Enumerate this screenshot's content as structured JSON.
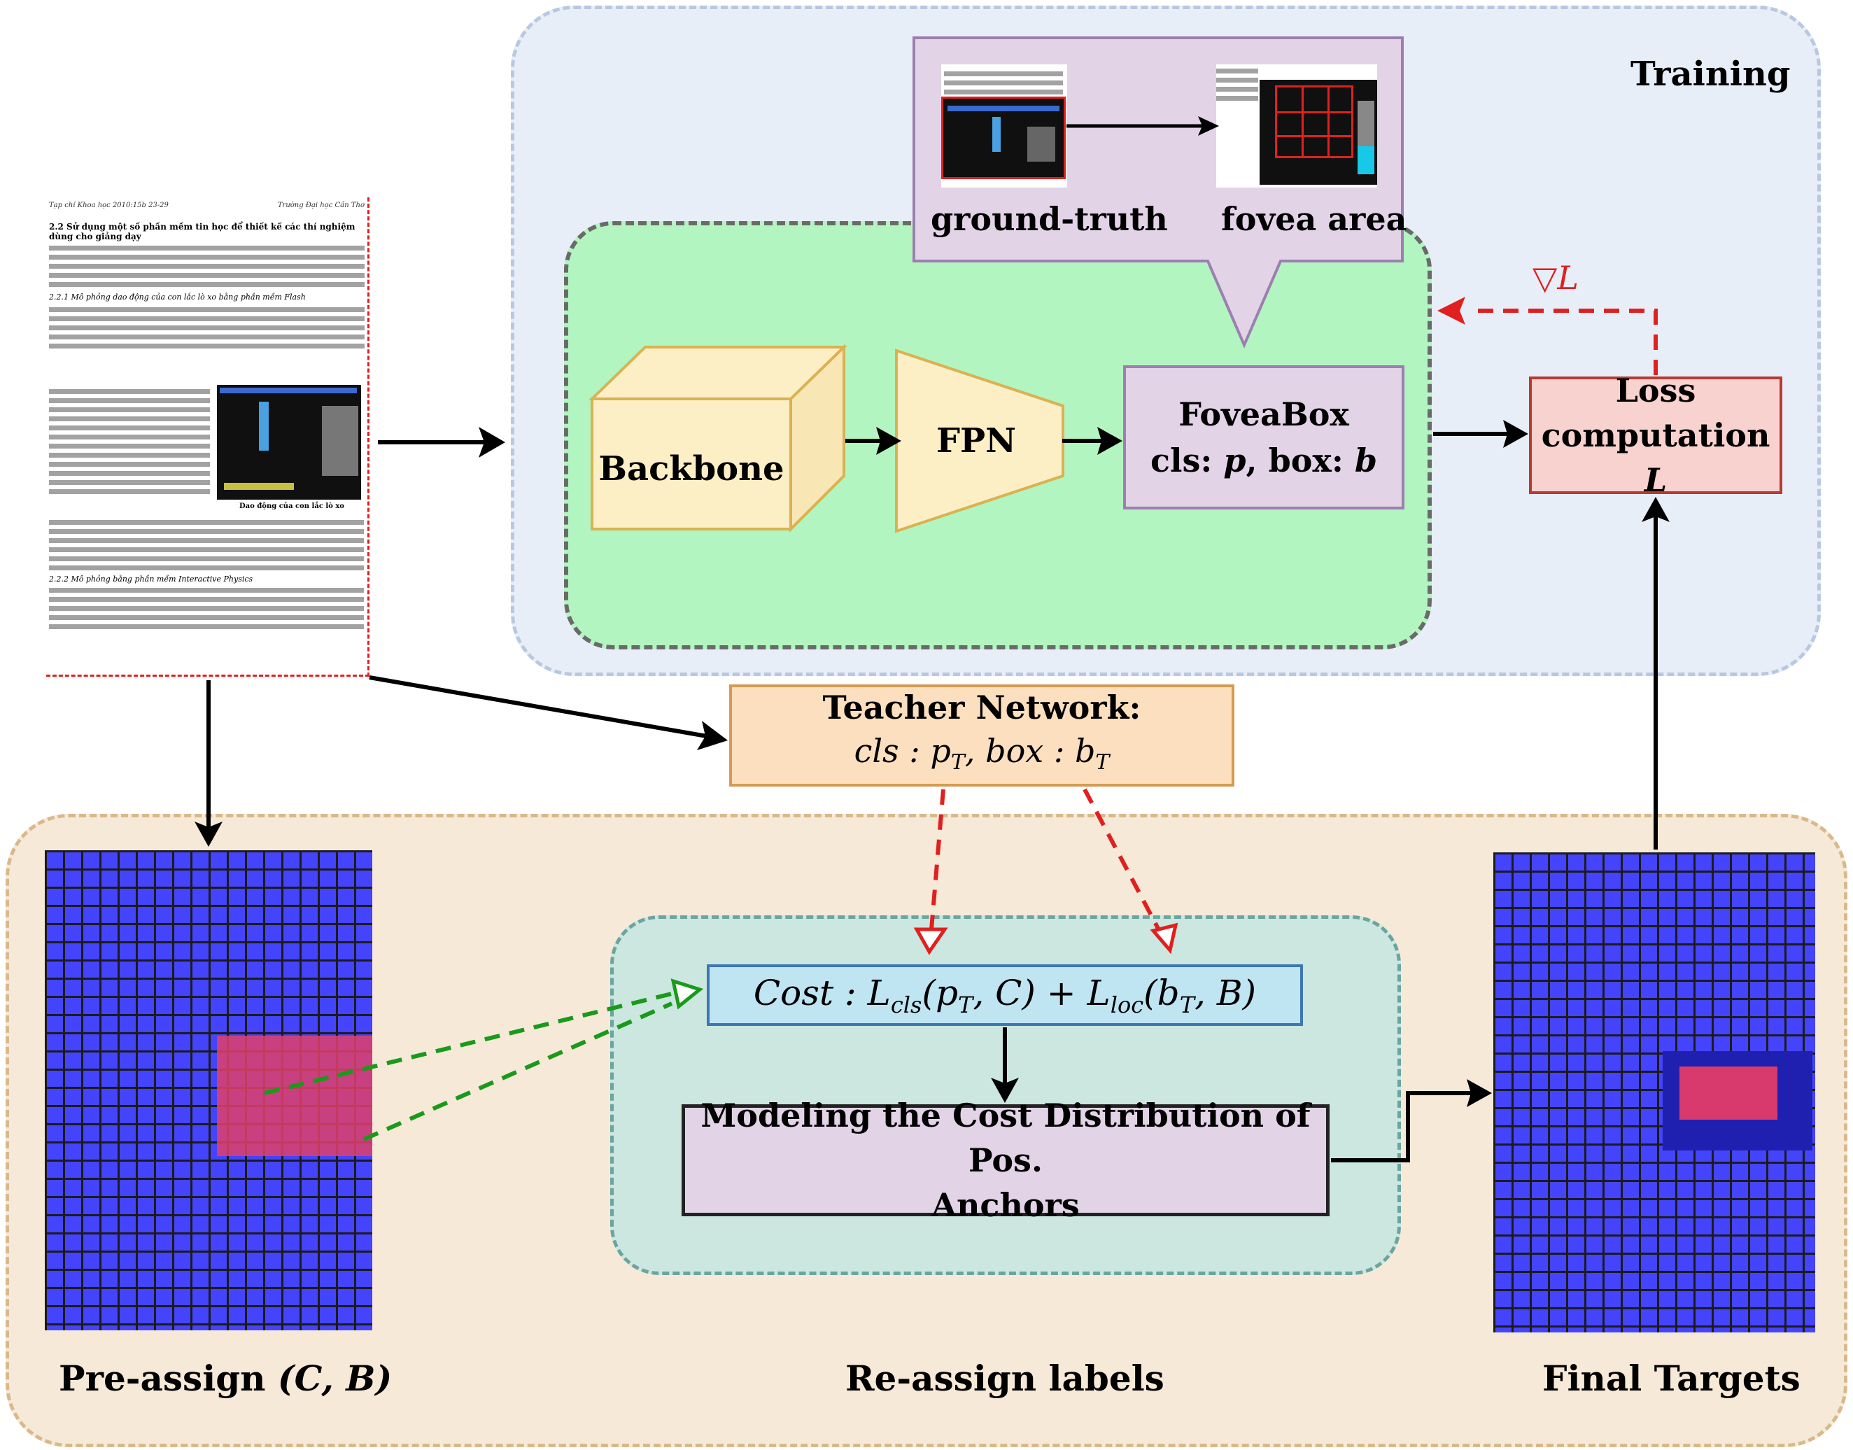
{
  "regions": {
    "training_label": "Training",
    "preassign_label_main": "Pre-assign ",
    "preassign_label_args": "(C, B)",
    "reassign_label": "Re-assign labels",
    "final_label": "Final Targets"
  },
  "fovea_callout": {
    "ground_truth": "ground-truth",
    "fovea_area": "fovea area"
  },
  "nodes": {
    "backbone": "Backbone",
    "fpn": "FPN",
    "foveabox_title": "FoveaBox",
    "foveabox_cls": "cls: ",
    "foveabox_p": "p",
    "foveabox_box": ", box: ",
    "foveabox_b": "b",
    "loss_line1": "Loss",
    "loss_line2": "computation ",
    "loss_L": "L",
    "gradient": "▽L",
    "teacher_title": "Teacher Network:",
    "teacher_formula": "cls : p",
    "teacher_formula_sub": "T",
    "teacher_formula_mid": ", box : b",
    "teacher_formula_sub2": "T",
    "cost_formula": "Cost : L",
    "cost_sub_cls": "cls",
    "cost_mid": "(p",
    "cost_sub_T1": "T",
    "cost_mid2": ", C) + L",
    "cost_sub_loc": "loc",
    "cost_mid3": "(b",
    "cost_sub_T2": "T",
    "cost_end": ", B)",
    "modeling_line1": "Modeling the Cost Distribution of Pos.",
    "modeling_line2": "Anchors"
  },
  "document": {
    "header_left": "Tạp chí Khoa học 2010:15b 23-29",
    "header_right": "Trường Đại học Cần Thơ",
    "section_title": "2.2 Sử dụng một số phần mềm tin học để thiết kế các thí nghiệm dùng cho giảng dạy",
    "subsection_1": "2.2.1 Mô phỏng dao động của con lắc lò xo bằng phần mềm Flash",
    "subsection_2": "2.2.2 Mô phỏng bằng phần mềm Interactive Physics",
    "figure_caption": "Dao động của con lắc lò xo"
  },
  "colors": {
    "training_bg": "#e8eef8",
    "training_border": "#b8c8e0",
    "green_bg": "#b3f5c0",
    "purple_bg": "#e2d4e6",
    "purple_border": "#9c7fb0",
    "cube": "#fdefc5",
    "cube_border": "#d9b253",
    "loss_bg": "#f8d2cf",
    "loss_border": "#b83a32",
    "teacher_bg": "#fbdfbe",
    "teacher_border": "#d59b52",
    "preassign_bg": "#f7e9d8",
    "preassign_border": "#d9b98a",
    "reassign_bg": "#cbe7df",
    "reassign_border": "#6aa5a0",
    "cost_bg": "#bfe4f2",
    "cost_border": "#3c78b4",
    "grid_blue": "#3c3cff",
    "red_dash": "#e02020",
    "green_dash": "#1a9a1a"
  }
}
